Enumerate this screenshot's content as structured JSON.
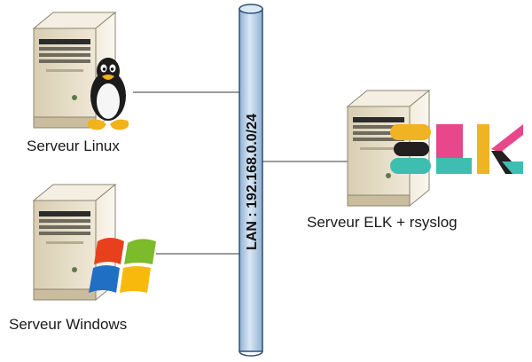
{
  "nodes": {
    "linux": {
      "label": "Serveur Linux"
    },
    "windows": {
      "label": "Serveur Windows"
    },
    "elk": {
      "label": "Serveur ELK + rsyslog"
    }
  },
  "network": {
    "label": "LAN : 192.168.0.0/24"
  },
  "logos": {
    "linux": "tux-penguin-icon",
    "windows": "windows-flag-icon",
    "elk": "elk-logo-icon"
  },
  "colors": {
    "bus_fill": "#bcd2e8",
    "bus_stroke": "#2d4f73",
    "server_body": "#e6dcc3",
    "elk_yellow": "#f0b323",
    "elk_pink": "#e8478b",
    "elk_teal": "#3ebeb0",
    "elk_dark": "#231f20",
    "win_red": "#e8401c",
    "win_green": "#7cbb2c",
    "win_blue": "#1f6fc5",
    "win_yellow": "#f7b90c"
  }
}
